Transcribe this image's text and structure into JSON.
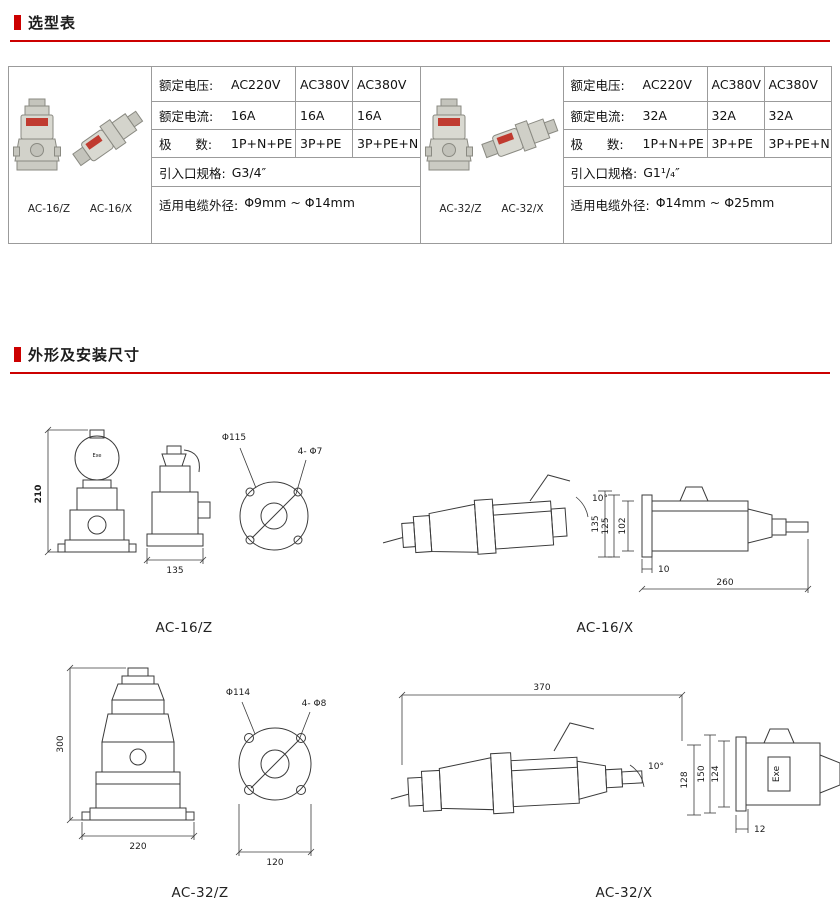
{
  "page": {
    "accent_color": "#cc0000",
    "border_color": "#9b9b9b"
  },
  "sections": {
    "selection": {
      "title": "选型表"
    },
    "dimensions": {
      "title": "外形及安装尺寸"
    }
  },
  "products": [
    {
      "models": [
        "AC-16/Z",
        "AC-16/X"
      ],
      "rows": [
        {
          "label": "额定电压:",
          "values": [
            "AC220V",
            "AC380V",
            "AC380V"
          ]
        },
        {
          "label": "额定电流:",
          "values": [
            "16A",
            "16A",
            "16A"
          ]
        },
        {
          "label": "极      数:",
          "values": [
            "1P+N+PE",
            "3P+PE",
            "3P+PE+N"
          ]
        }
      ],
      "inlet_label": "引入口规格:",
      "inlet_value": "G3/4″",
      "cable_label": "适用电缆外径:",
      "cable_value": "Φ9mm ~ Φ14mm"
    },
    {
      "models": [
        "AC-32/Z",
        "AC-32/X"
      ],
      "rows": [
        {
          "label": "额定电压:",
          "values": [
            "AC220V",
            "AC380V",
            "AC380V"
          ]
        },
        {
          "label": "额定电流:",
          "values": [
            "32A",
            "32A",
            "32A"
          ]
        },
        {
          "label": "极      数:",
          "values": [
            "1P+N+PE",
            "3P+PE",
            "3P+PE+N"
          ]
        }
      ],
      "inlet_label": "引入口规格:",
      "inlet_value": "G1¹/₄″",
      "cable_label": "适用电缆外径:",
      "cable_value": "Φ14mm ~ Φ25mm"
    }
  ],
  "drawings": [
    {
      "name": "AC-16/Z",
      "dims": {
        "height": "210",
        "width": "135",
        "flange_dia": "Φ115",
        "holes": "4- Φ7",
        "marking": "Exe"
      }
    },
    {
      "name": "AC-16/X",
      "dims": {
        "body_height": "135",
        "view_height": "125",
        "inner_height": "102",
        "angle": "10°",
        "flange_w": "10",
        "length": "260"
      }
    },
    {
      "name": "AC-32/Z",
      "dims": {
        "height": "300",
        "width": "220",
        "flange_dia": "Φ114",
        "holes": "4- Φ8",
        "flange_w": "120"
      }
    },
    {
      "name": "AC-32/X",
      "dims": {
        "length": "370",
        "angle": "10°",
        "body_height": "128",
        "view_height": "150",
        "inner_height": "124",
        "flange_w": "12",
        "marking": "Exe"
      }
    }
  ]
}
